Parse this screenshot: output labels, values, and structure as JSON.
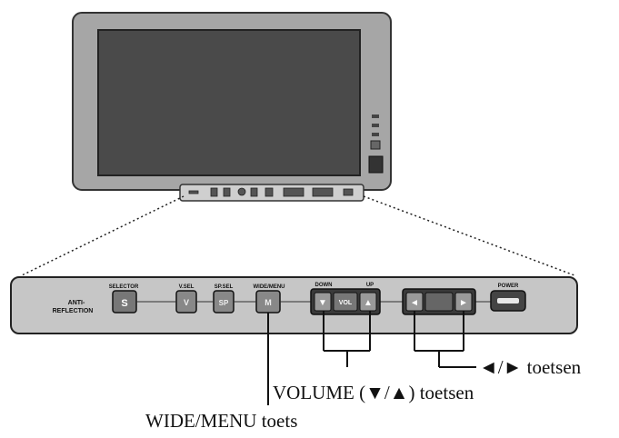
{
  "panel": {
    "anti_reflection": [
      "ANTI-",
      "REFLECTION"
    ],
    "selector": {
      "label": "SELECTOR",
      "key": "S"
    },
    "v_sel": {
      "label": "V.SEL",
      "key": "V"
    },
    "sp_sel": {
      "label": "SP.SEL",
      "key": "SP"
    },
    "wide_menu": {
      "label": "WIDE/MENU",
      "key": "M"
    },
    "volume": {
      "down_label": "DOWN",
      "up_label": "UP",
      "down_key": "▼",
      "vol_key": "VOL",
      "up_key": "▲"
    },
    "arrows": {
      "left_key": "◄",
      "right_key": "►"
    },
    "power": {
      "label": "POWER"
    }
  },
  "callouts": {
    "arrow_keys": "◄/► toetsen",
    "volume_keys": "VOLUME (▼/▲) toetsen",
    "wide_menu_key": "WIDE/MENU toets"
  }
}
